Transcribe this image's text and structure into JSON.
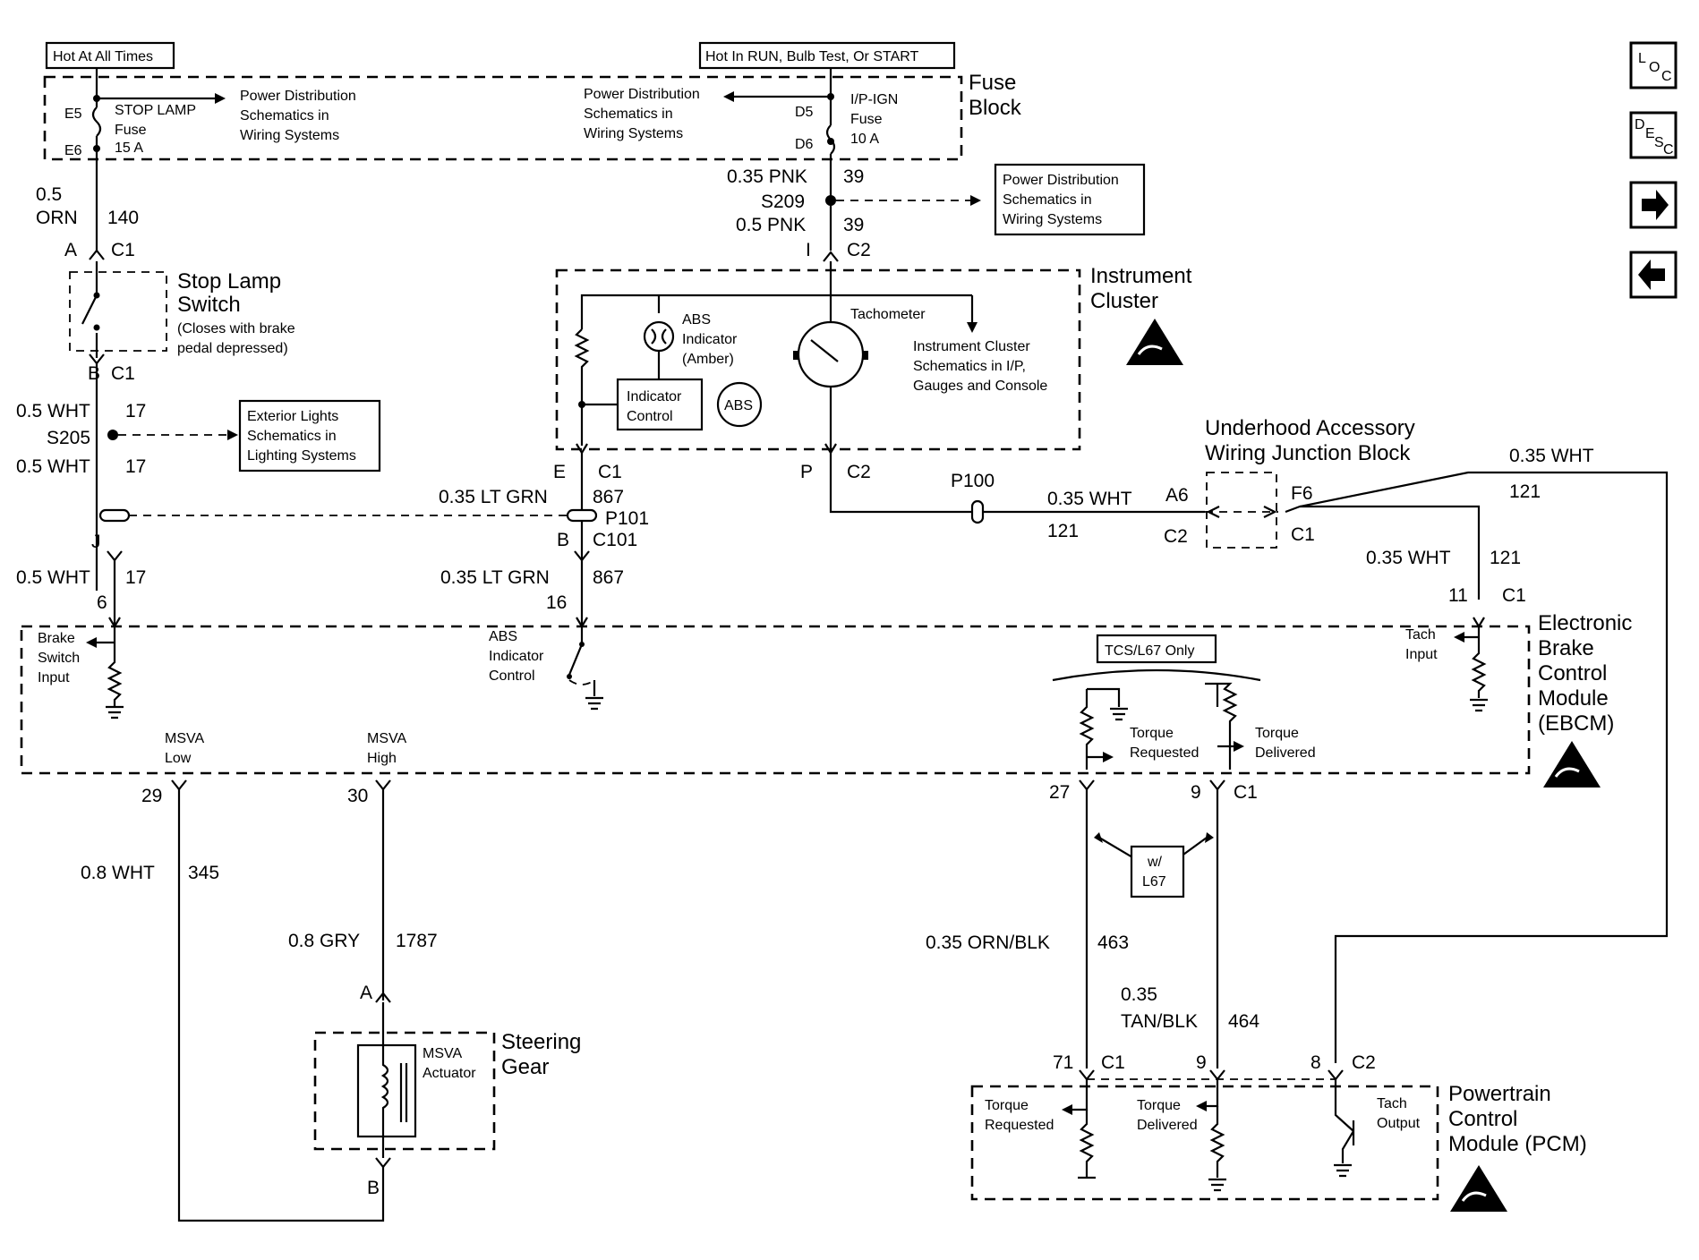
{
  "labels": {
    "hot_at_all_times": "Hot At All Times",
    "hot_in_run": "Hot In RUN, Bulb Test, Or START",
    "fuse_block": [
      "Fuse",
      "Block"
    ],
    "stop_lamp_fuse": [
      "STOP LAMP",
      "Fuse",
      "15 A"
    ],
    "ip_ign_fuse": [
      "I/P-IGN",
      "Fuse",
      "10 A"
    ],
    "power_dist_left": [
      "Power Distribution",
      "Schematics in",
      "Wiring Systems"
    ],
    "power_dist_mid": [
      "Power Distribution",
      "Schematics in",
      "Wiring Systems"
    ],
    "power_dist_right": [
      "Power Distribution",
      "Schematics in",
      "Wiring Systems"
    ],
    "e5": "E5",
    "e6": "E6",
    "d5": "D5",
    "d6": "D6",
    "wire_05_orn": [
      "0.5",
      "ORN"
    ],
    "c140": "140",
    "a_c1": [
      "A",
      "C1"
    ],
    "stop_lamp_switch": [
      "Stop Lamp",
      "Switch"
    ],
    "stop_lamp_note": [
      "(Closes with brake",
      "pedal depressed)"
    ],
    "b_c1": [
      "B",
      "C1"
    ],
    "wht_17_a": [
      "0.5 WHT",
      "17"
    ],
    "s205": "S205",
    "wht_17_b": [
      "0.5 WHT",
      "17"
    ],
    "exterior_lights": [
      "Exterior Lights",
      "Schematics in",
      "Lighting Systems"
    ],
    "j": "J",
    "wht_17_c": [
      "0.5 WHT",
      "17"
    ],
    "pin6": "6",
    "pnk_039_a": [
      "0.35 PNK",
      "39"
    ],
    "s209": "S209",
    "pnk_05_b": [
      "0.5 PNK",
      "39"
    ],
    "i_c2": [
      "I",
      "C2"
    ],
    "instrument_cluster": [
      "Instrument",
      "Cluster"
    ],
    "abs_indicator": [
      "ABS",
      "Indicator",
      "(Amber)"
    ],
    "tachometer": "Tachometer",
    "ic_schematics": [
      "Instrument Cluster",
      "Schematics in I/P,",
      "Gauges and Console"
    ],
    "indicator_control": [
      "Indicator",
      "Control"
    ],
    "abs_symbol": "ABS",
    "e_c1": [
      "E",
      "C1"
    ],
    "p_c2": [
      "P",
      "C2"
    ],
    "lt_grn_867_a": [
      "0.35 LT GRN",
      "867"
    ],
    "p101": "P101",
    "b_c101": [
      "B",
      "C101"
    ],
    "lt_grn_867_b": [
      "0.35 LT GRN",
      "867"
    ],
    "pin16": "16",
    "p100": "P100",
    "wht_121_a": [
      "0.35 WHT",
      "121"
    ],
    "a6": "A6",
    "c2_jb": "C2",
    "underhood": [
      "Underhood Accessory",
      "Wiring Junction Block"
    ],
    "f6": "F6",
    "c1_jb": "C1",
    "wht_121_top": [
      "0.35 WHT",
      "121"
    ],
    "wht_121_b": [
      "0.35 WHT",
      "121"
    ],
    "pin11_c1": [
      "11",
      "C1"
    ],
    "brake_switch_input": [
      "Brake",
      "Switch",
      "Input"
    ],
    "abs_indicator_control": [
      "ABS",
      "Indicator",
      "Control"
    ],
    "tcs_l67": "TCS/L67 Only",
    "torque_requested": [
      "Torque",
      "Requested"
    ],
    "torque_delivered": [
      "Torque",
      "Delivered"
    ],
    "tach_input": [
      "Tach",
      "Input"
    ],
    "ebcm": [
      "Electronic",
      "Brake",
      "Control",
      "Module",
      "(EBCM)"
    ],
    "msva_low": [
      "MSVA",
      "Low"
    ],
    "msva_high": [
      "MSVA",
      "High"
    ],
    "pin29": "29",
    "pin30": "30",
    "pin27": "27",
    "pin9_c1": [
      "9",
      "C1"
    ],
    "wht_345": [
      "0.8 WHT",
      "345"
    ],
    "gry_1787": [
      "0.8 GRY",
      "1787"
    ],
    "wl67": [
      "w/",
      "L67"
    ],
    "orn_blk_463": [
      "0.35 ORN/BLK",
      "463"
    ],
    "tan_blk_464": [
      "0.35",
      "TAN/BLK",
      "464"
    ],
    "pin_a": "A",
    "pin_b": "B",
    "steering_gear": [
      "Steering",
      "Gear"
    ],
    "msva_actuator": [
      "MSVA",
      "Actuator"
    ],
    "pin71_c1": [
      "71",
      "C1"
    ],
    "pin9": "9",
    "pin8_c2": [
      "8",
      "C2"
    ],
    "pcm_torque_requested": [
      "Torque",
      "Requested"
    ],
    "pcm_torque_delivered": [
      "Torque",
      "Delivered"
    ],
    "tach_output": [
      "Tach",
      "Output"
    ],
    "pcm": [
      "Powertrain",
      "Control",
      "Module (PCM)"
    ]
  },
  "nav": {
    "loc": "LOC",
    "desc": "DESC",
    "next_icon": "arrow-right-icon",
    "prev_icon": "arrow-left-icon"
  }
}
